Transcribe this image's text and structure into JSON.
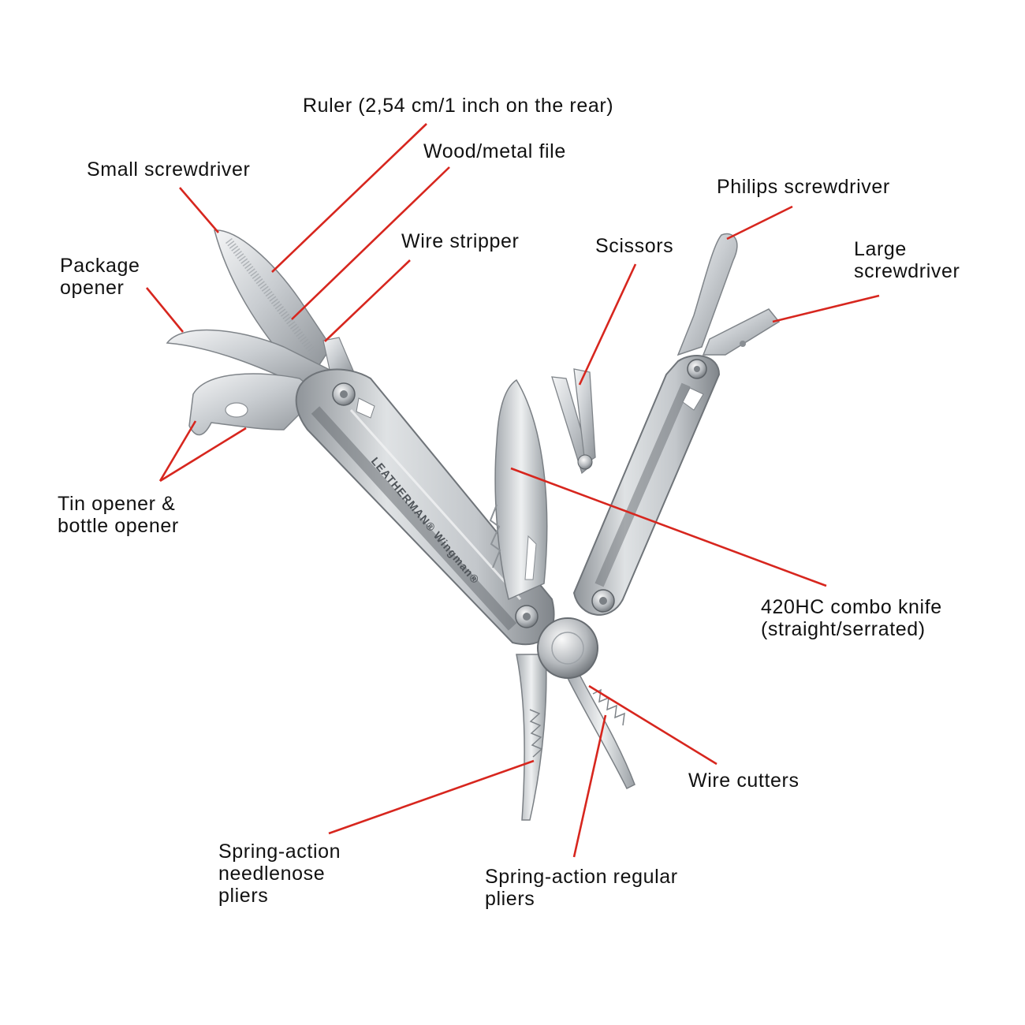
{
  "labels": {
    "ruler": "Ruler (2,54 cm/1 inch on the rear)",
    "file": "Wood/metal file",
    "small_screwdriver": "Small screwdriver",
    "wire_stripper": "Wire stripper",
    "philips": "Philips screwdriver",
    "scissors": "Scissors",
    "large_screwdriver": [
      "Large",
      "screwdriver"
    ],
    "package_opener": [
      "Package",
      "opener"
    ],
    "tin_opener": [
      "Tin opener &",
      "bottle opener"
    ],
    "knife": [
      "420HC combo knife",
      "(straight/serrated)"
    ],
    "wire_cutters": "Wire cutters",
    "needlenose": [
      "Spring-action",
      "needlenose",
      "pliers"
    ],
    "regular_pliers": [
      "Spring-action regular",
      "pliers"
    ]
  },
  "tool_engraving": "LEATHERMAN® Wingman®",
  "colors": {
    "leader_line": "#d7261e",
    "label_text": "#111111",
    "steel_light": "#e6e8ea",
    "steel_mid": "#b9bdc1",
    "steel_dark": "#7d8287"
  }
}
